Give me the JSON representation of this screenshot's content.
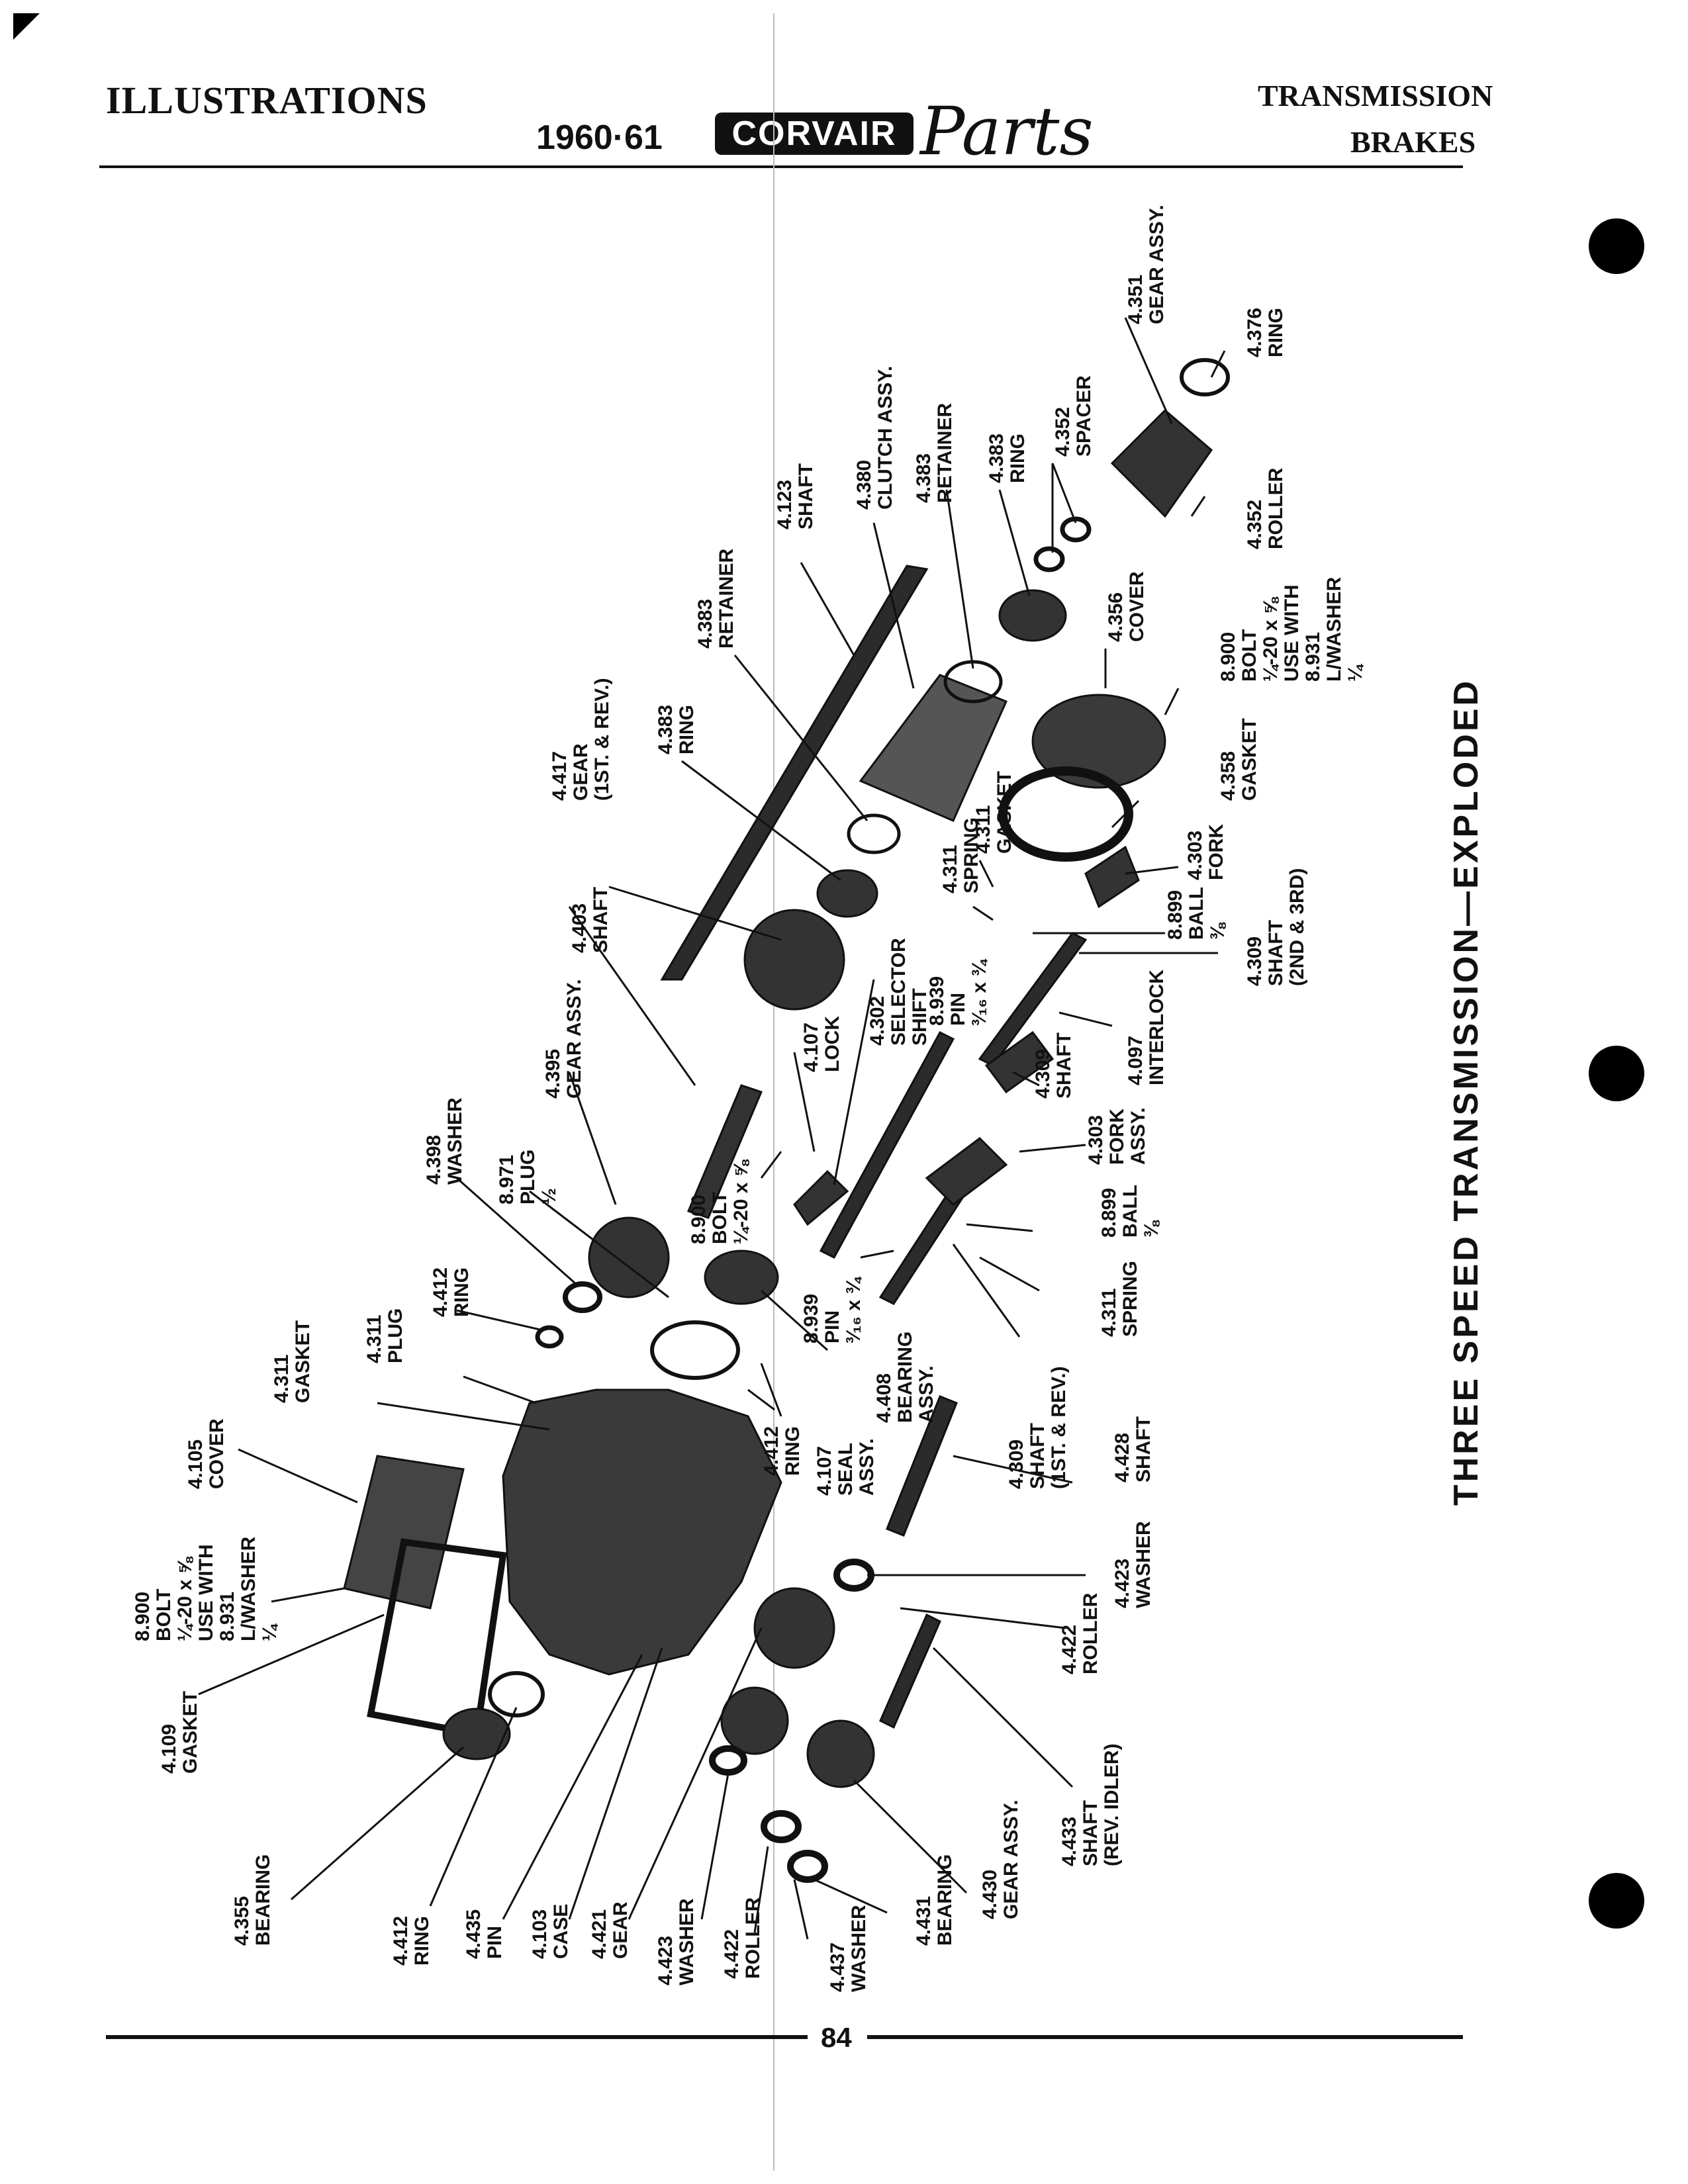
{
  "header": {
    "section": "ILLUSTRATIONS",
    "years": "1960·61",
    "brand": "CORVAIR",
    "brand_script": "Parts",
    "topic_line1": "TRANSMISSION",
    "topic_line2": "BRAKES"
  },
  "title": "THREE SPEED TRANSMISSION—EXPLODED",
  "page_number": "84",
  "labels": [
    {
      "part": "4.351",
      "name": "GEAR ASSY."
    },
    {
      "part": "4.376",
      "name": "RING"
    },
    {
      "part": "4.352",
      "name": "SPACER"
    },
    {
      "part": "4.383",
      "name": "RING"
    },
    {
      "part": "4.383",
      "name": "RETAINER"
    },
    {
      "part": "4.380",
      "name": "CLUTCH ASSY."
    },
    {
      "part": "4.123",
      "name": "SHAFT"
    },
    {
      "part": "4.383",
      "name": "RETAINER"
    },
    {
      "part": "4.383",
      "name": "RING"
    },
    {
      "part": "4.417",
      "name": "GEAR\n(1ST. & REV.)"
    },
    {
      "part": "4.352",
      "name": "ROLLER"
    },
    {
      "part": "4.356",
      "name": "COVER"
    },
    {
      "part": "8.900",
      "name": "BOLT\n¼-20 x ⅝\nUSE WITH\n8.931\nL/WASHER\n¼"
    },
    {
      "part": "4.358",
      "name": "GASKET"
    },
    {
      "part": "4.303",
      "name": "FORK"
    },
    {
      "part": "4.311",
      "name": "GASKET"
    },
    {
      "part": "4.311",
      "name": "SPRING"
    },
    {
      "part": "8.939",
      "name": "PIN\n³⁄₁₆ x ¾"
    },
    {
      "part": "8.899",
      "name": "BALL\n⅜"
    },
    {
      "part": "4.309",
      "name": "SHAFT\n(2ND & 3RD)"
    },
    {
      "part": "4.097",
      "name": "INTERLOCK"
    },
    {
      "part": "4.403",
      "name": "SHAFT"
    },
    {
      "part": "4.395",
      "name": "GEAR ASSY."
    },
    {
      "part": "4.302",
      "name": "SELECTOR\nSHIFT"
    },
    {
      "part": "4.107",
      "name": "LOCK"
    },
    {
      "part": "4.309",
      "name": "SHAFT"
    },
    {
      "part": "4.303",
      "name": "FORK\nASSY."
    },
    {
      "part": "4.398",
      "name": "WASHER"
    },
    {
      "part": "8.971",
      "name": "PLUG\n½"
    },
    {
      "part": "8.900",
      "name": "BOLT\n¼-20 x ⅝"
    },
    {
      "part": "4.412",
      "name": "RING"
    },
    {
      "part": "8.899",
      "name": "BALL\n⅜"
    },
    {
      "part": "8.939",
      "name": "PIN\n³⁄₁₆ x ¾"
    },
    {
      "part": "4.311",
      "name": "SPRING"
    },
    {
      "part": "4.408",
      "name": "BEARING\nASSY."
    },
    {
      "part": "4.309",
      "name": "SHAFT\n(1ST. & REV.)"
    },
    {
      "part": "4.311",
      "name": "GASKET"
    },
    {
      "part": "4.311",
      "name": "PLUG"
    },
    {
      "part": "4.105",
      "name": "COVER"
    },
    {
      "part": "4.107",
      "name": "SEAL\nASSY."
    },
    {
      "part": "4.412",
      "name": "RING"
    },
    {
      "part": "4.428",
      "name": "SHAFT"
    },
    {
      "part": "8.900",
      "name": "BOLT\n¼-20 x ⅝\nUSE WITH\n8.931\nL/WASHER\n¼"
    },
    {
      "part": "4.423",
      "name": "WASHER"
    },
    {
      "part": "4.422",
      "name": "ROLLER"
    },
    {
      "part": "4.109",
      "name": "GASKET"
    },
    {
      "part": "4.433",
      "name": "SHAFT\n(REV. IDLER)"
    },
    {
      "part": "4.355",
      "name": "BEARING"
    },
    {
      "part": "4.412",
      "name": "RING"
    },
    {
      "part": "4.435",
      "name": "PIN"
    },
    {
      "part": "4.103",
      "name": "CASE"
    },
    {
      "part": "4.421",
      "name": "GEAR"
    },
    {
      "part": "4.423",
      "name": "WASHER"
    },
    {
      "part": "4.422",
      "name": "ROLLER"
    },
    {
      "part": "4.437",
      "name": "WASHER"
    },
    {
      "part": "4.431",
      "name": "BEARING"
    },
    {
      "part": "4.430",
      "name": "GEAR ASSY."
    }
  ]
}
